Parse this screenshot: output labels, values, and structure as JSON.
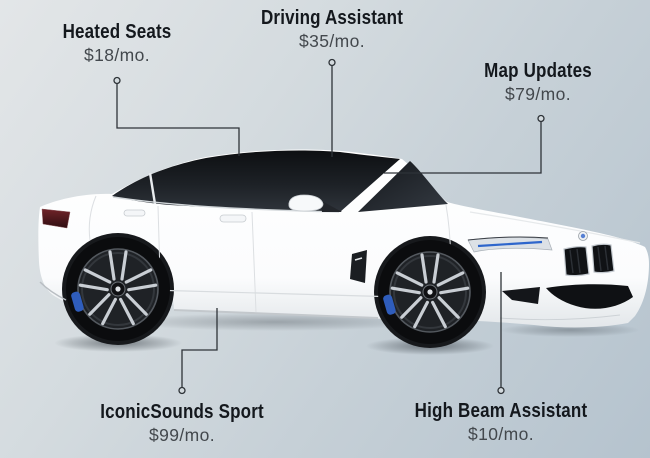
{
  "diagram": {
    "subject": "white BMW coupe side view with subscription feature callouts",
    "background_gradient": [
      "#e3e6e8",
      "#c6d0d7",
      "#b5c3ce"
    ],
    "annotation_style": {
      "line_color": "#2e3338",
      "dot_style": "small open circle",
      "title_color": "#14181d",
      "price_color": "#43484d"
    },
    "car_colors": {
      "body": "#ffffff",
      "glass": "#16191d",
      "wheel": "#0b0c0e",
      "brake_caliper": "#2f5dbc",
      "headlight_accent": "#2e66cc",
      "taillight": "#5b1d22",
      "grille": "#101215"
    }
  },
  "features": [
    {
      "id": "heated-seats",
      "name": "Heated Seats",
      "price": "$18/mo."
    },
    {
      "id": "driving-assistant",
      "name": "Driving Assistant",
      "price": "$35/mo."
    },
    {
      "id": "map-updates",
      "name": "Map Updates",
      "price": "$79/mo."
    },
    {
      "id": "iconicsounds-sport",
      "name": "IconicSounds Sport",
      "price": "$99/mo."
    },
    {
      "id": "high-beam-assistant",
      "name": "High Beam Assistant",
      "price": "$10/mo."
    }
  ]
}
